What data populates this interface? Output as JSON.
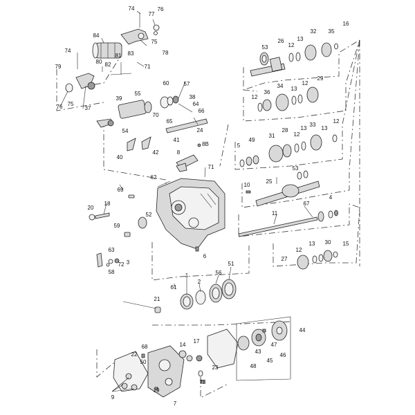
{
  "diagram": {
    "type": "exploded-parts-view",
    "callouts": {
      "c74a": "74",
      "c77": "77",
      "c76a": "76",
      "c84": "84",
      "c75a": "75",
      "c78": "78",
      "c74b": "74",
      "c81": "81",
      "c83": "83",
      "c80": "80",
      "c82": "82",
      "c71a": "71",
      "c79": "79",
      "c76b": "76",
      "c75b": "75",
      "c53a": "53",
      "c26": "26",
      "c12a": "12",
      "c13a": "13",
      "c32": "32",
      "c35": "35",
      "c16": "16",
      "c36": "36",
      "c34": "34",
      "c13b": "13",
      "c12b": "12",
      "c29": "29",
      "c12c": "12",
      "c60": "60",
      "c57": "57",
      "c38": "38",
      "c55": "55",
      "c39": "39",
      "c64": "64",
      "c66": "66",
      "c70": "70",
      "c65": "65",
      "c37": "37",
      "c54": "54",
      "c24": "24",
      "c41": "41",
      "c42": "42",
      "c40": "40",
      "c8b": "8B",
      "c8": "8",
      "c49": "49",
      "c5": "5",
      "c31": "31",
      "c28": "28",
      "c12d": "12",
      "c13c": "13",
      "c33": "33",
      "c12e": "12",
      "c53b": "53",
      "c10": "10",
      "c25": "25",
      "c62": "62",
      "c71b": "71",
      "c69": "69",
      "c20": "20",
      "c18": "18",
      "c52": "52",
      "c67": "67",
      "c4": "4",
      "c11": "11",
      "c59": "59",
      "c63": "63",
      "c72": "72",
      "c3": "3",
      "c58": "58",
      "c6": "6",
      "c12f": "12",
      "c13d": "13",
      "c30": "30",
      "c15": "15",
      "c27": "27",
      "c51": "51",
      "c56": "56",
      "c1": "1",
      "c2": "2",
      "c61": "61",
      "c21": "21",
      "c44": "44",
      "c68": "68",
      "c14": "14",
      "c17": "17",
      "c22": "22",
      "c50": "50",
      "c47": "47",
      "c43": "43",
      "c46": "46",
      "c45": "45",
      "c48": "48",
      "c23": "23",
      "c73": "73",
      "c9": "9",
      "c19": "19",
      "c7": "7"
    }
  }
}
